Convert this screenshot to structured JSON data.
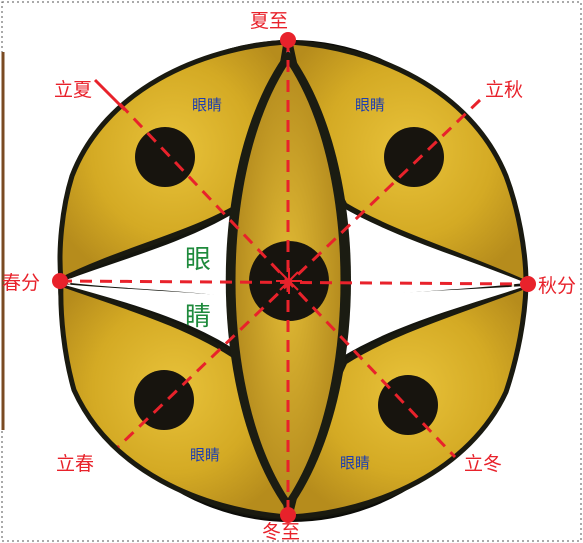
{
  "diagram": {
    "solar_terms": {
      "summer_solstice": "夏至",
      "winter_solstice": "冬至",
      "spring_equinox": "春分",
      "autumn_equinox": "秋分",
      "start_of_summer": "立夏",
      "start_of_autumn": "立秋",
      "start_of_spring": "立春",
      "start_of_winter": "立冬"
    },
    "eye_label": "眼睛",
    "center_label": [
      "眼",
      "睛"
    ]
  },
  "colors": {
    "red": "#e8222b",
    "blue": "#1f3fae",
    "green": "#1e8a3c",
    "gold": "#d4aa24",
    "dark": "#16170f"
  }
}
